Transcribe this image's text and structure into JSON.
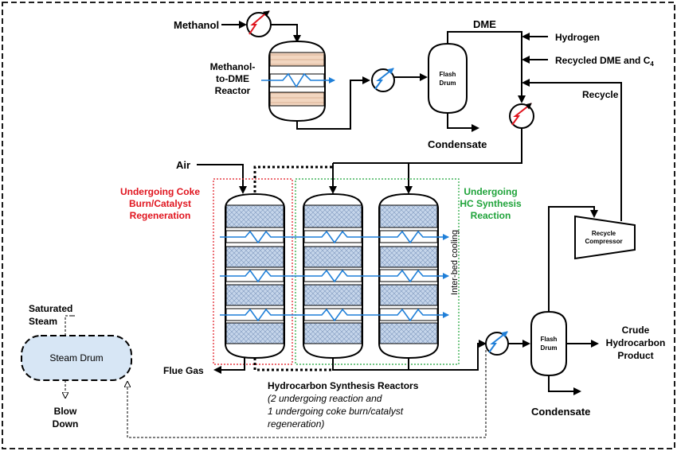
{
  "labels": {
    "methanol": "Methanol",
    "dme_reactor_l1": "Methanol-",
    "dme_reactor_l2": "to-DME",
    "dme_reactor_l3": "Reactor",
    "flash_drum_top_l1": "Flash",
    "flash_drum_top_l2": "Drum",
    "dme": "DME",
    "hydrogen": "Hydrogen",
    "recycled_dme": "Recycled DME and C",
    "recycled_dme_sub": "4",
    "recycle": "Recycle",
    "condensate_top": "Condensate",
    "air": "Air",
    "coke_l1": "Undergoing Coke",
    "coke_l2": "Burn/Catalyst",
    "coke_l3": "Regeneration",
    "hc_l1": "Undergoing",
    "hc_l2": "HC Synthesis",
    "hc_l3": "Reaction",
    "compressor_l1": "Recycle",
    "compressor_l2": "Compressor",
    "interbed": "Inter-bed cooling",
    "saturated_l1": "Saturated",
    "saturated_l2": "Steam",
    "steam_drum": "Steam Drum",
    "blow_l1": "Blow",
    "blow_l2": "Down",
    "flue_gas": "Flue Gas",
    "hsr_title": "Hydrocarbon Synthesis Reactors",
    "hsr_l2": "(2 undergoing reaction and",
    "hsr_l3": "1 undergoing coke burn/catalyst",
    "hsr_l4": "regeneration)",
    "flash_drum_bot_l1": "Flash",
    "flash_drum_bot_l2": "Drum",
    "crude_l1": "Crude",
    "crude_l2": "Hydrocarbon",
    "crude_l3": "Product",
    "condensate_bot": "Condensate"
  },
  "colors": {
    "regen_box": "#e0141e",
    "hc_box": "#1fa33a",
    "cooling_coil": "#1f7fd8",
    "heater_coil": "#e0141e",
    "dme_bed_fill": "#f2d6c0",
    "hc_bed_fill": "#c5d5ea",
    "steam_drum_fill": "#d7e6f5"
  }
}
